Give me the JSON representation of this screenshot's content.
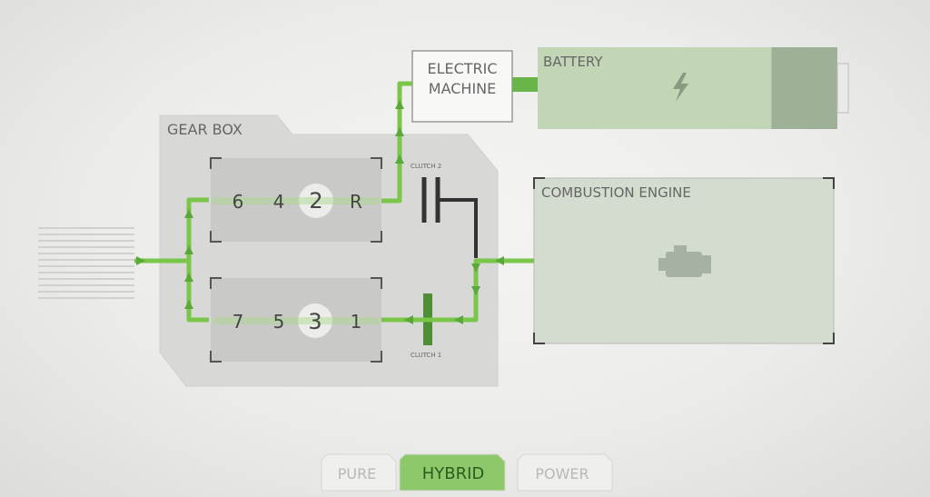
{
  "gearbox": {
    "label": "GEAR BOX",
    "upper_gears": [
      "6",
      "4",
      "2",
      "R"
    ],
    "lower_gears": [
      "7",
      "5",
      "3",
      "1"
    ]
  },
  "electric_machine": {
    "line1": "ELECTRIC",
    "line2": "MACHINE"
  },
  "battery": {
    "label": "BATTERY",
    "icon": "lightning-bolt-icon",
    "charge_level": 0.78
  },
  "combustion_engine": {
    "label": "COMBUSTION ENGINE",
    "icon": "engine-icon"
  },
  "clutches": {
    "clutch2": "CLUTCH 2",
    "clutch1": "CLUTCH 1"
  },
  "modes": {
    "pure": "PURE",
    "hybrid": "HYBRID",
    "power": "POWER",
    "active": "hybrid"
  },
  "colors": {
    "flow_green": "#79c64a",
    "battery_fill": "#c2d6b6",
    "engine_fill": "#d3dcce",
    "active_mode": "#8dc96a"
  }
}
